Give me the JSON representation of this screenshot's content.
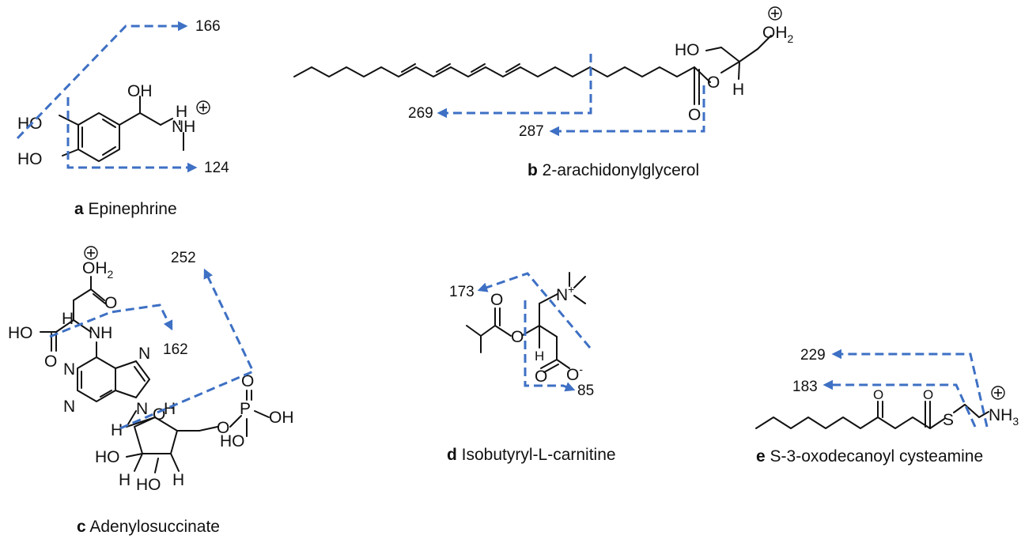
{
  "colors": {
    "fragment_line": "#3e70c4",
    "structure": "#111111",
    "background": "#ffffff"
  },
  "panels": {
    "a": {
      "letter": "a",
      "name": "Epinephrine",
      "fragments": [
        "166",
        "124"
      ]
    },
    "b": {
      "letter": "b",
      "name": "2-arachidonylglycerol",
      "fragments": [
        "269",
        "287"
      ]
    },
    "c": {
      "letter": "c",
      "name": "Adenylosuccinate",
      "fragments": [
        "252",
        "162"
      ]
    },
    "d": {
      "letter": "d",
      "name": "Isobutyryl-L-carnitine",
      "fragments": [
        "173",
        "85"
      ]
    },
    "e": {
      "letter": "e",
      "name": "S-3-oxodecanoyl cysteamine",
      "fragments": [
        "229",
        "183"
      ]
    }
  }
}
